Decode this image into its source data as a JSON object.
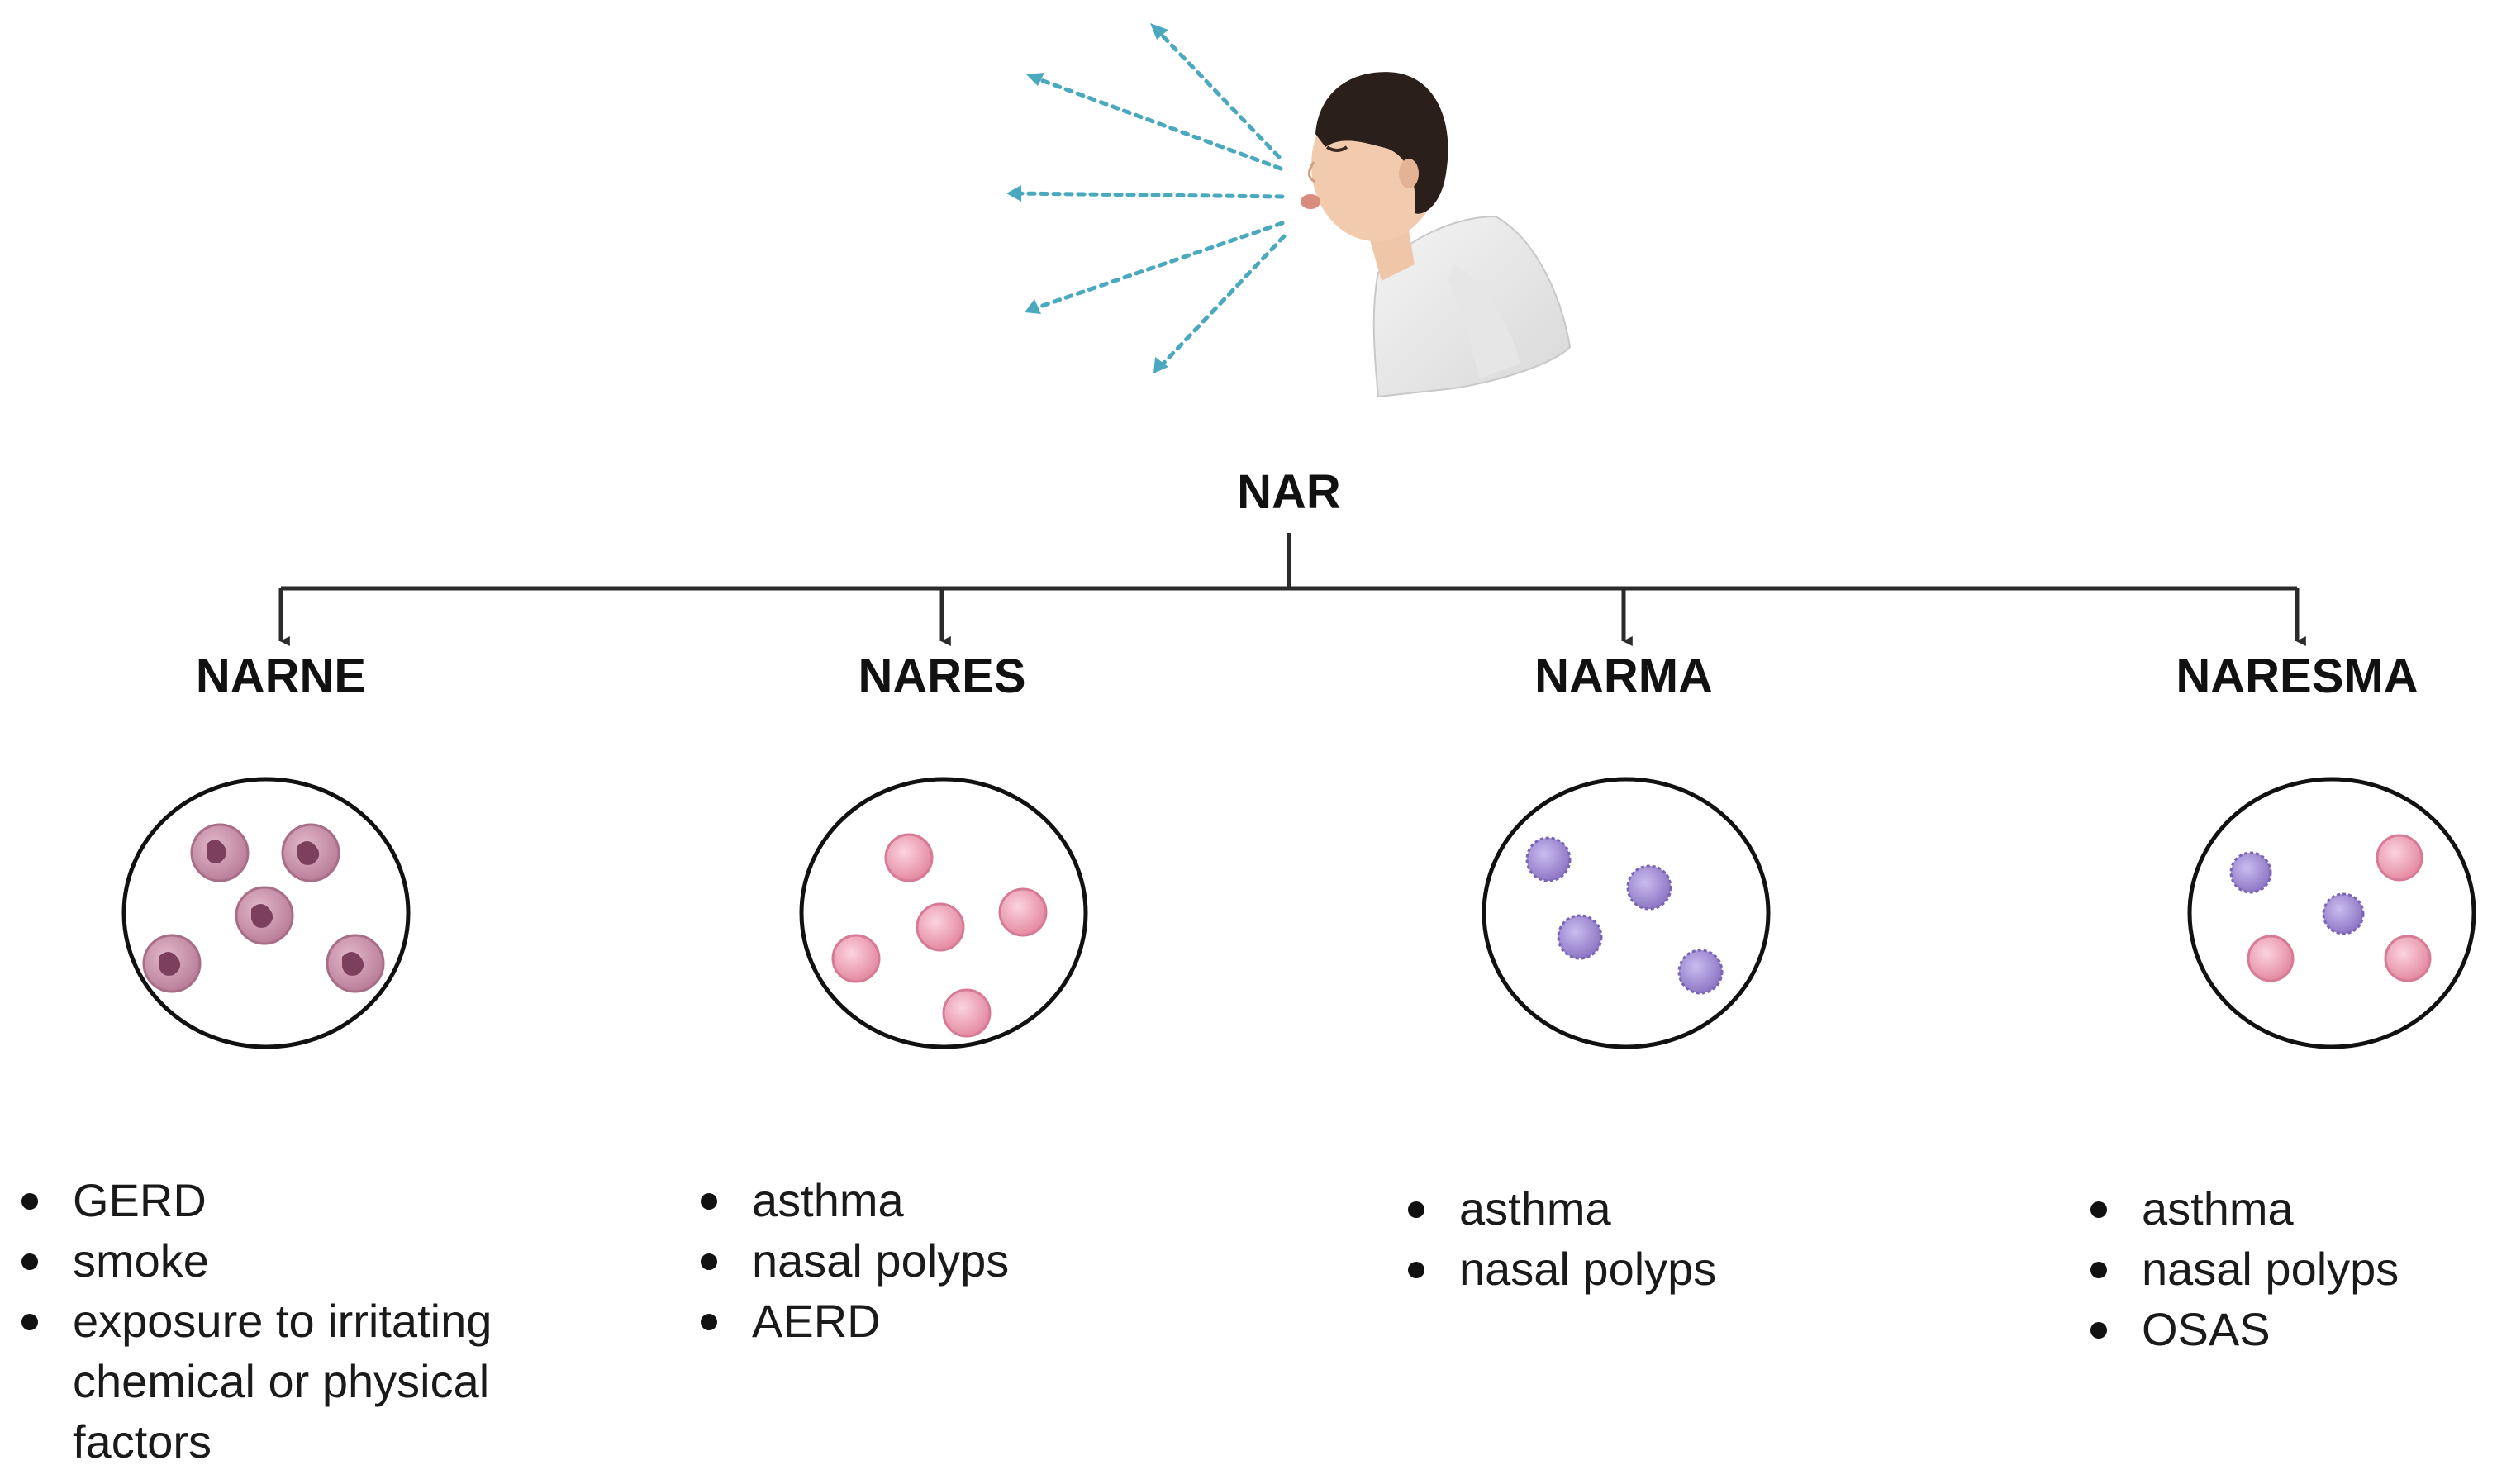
{
  "root": {
    "label": "NAR"
  },
  "subtypes": [
    {
      "label": "NARNE",
      "cell_type": "neutrophil",
      "conditions": [
        "GERD",
        "smoke",
        "exposure to irritating chemical or physical factors"
      ]
    },
    {
      "label": "NARES",
      "cell_type": "eosinophil",
      "conditions": [
        "asthma",
        "nasal polyps",
        "AERD"
      ]
    },
    {
      "label": "NARMA",
      "cell_type": "mast cell",
      "conditions": [
        "asthma",
        "nasal polyps"
      ]
    },
    {
      "label": "NARESMA",
      "cell_type": "eosinophil and mast cell",
      "conditions": [
        "asthma",
        "nasal polyps",
        "OSAS"
      ]
    }
  ],
  "colors": {
    "line": "#2b2b2b",
    "spray": "#4aa8bf",
    "neutrophil": "#c58aa4",
    "eosinophil": "#ec9cb5",
    "mast_cell": "#9f8cd0"
  },
  "icons": [
    "sneezing-person-icon",
    "neutrophil-icon",
    "eosinophil-icon",
    "mast-cell-icon"
  ]
}
